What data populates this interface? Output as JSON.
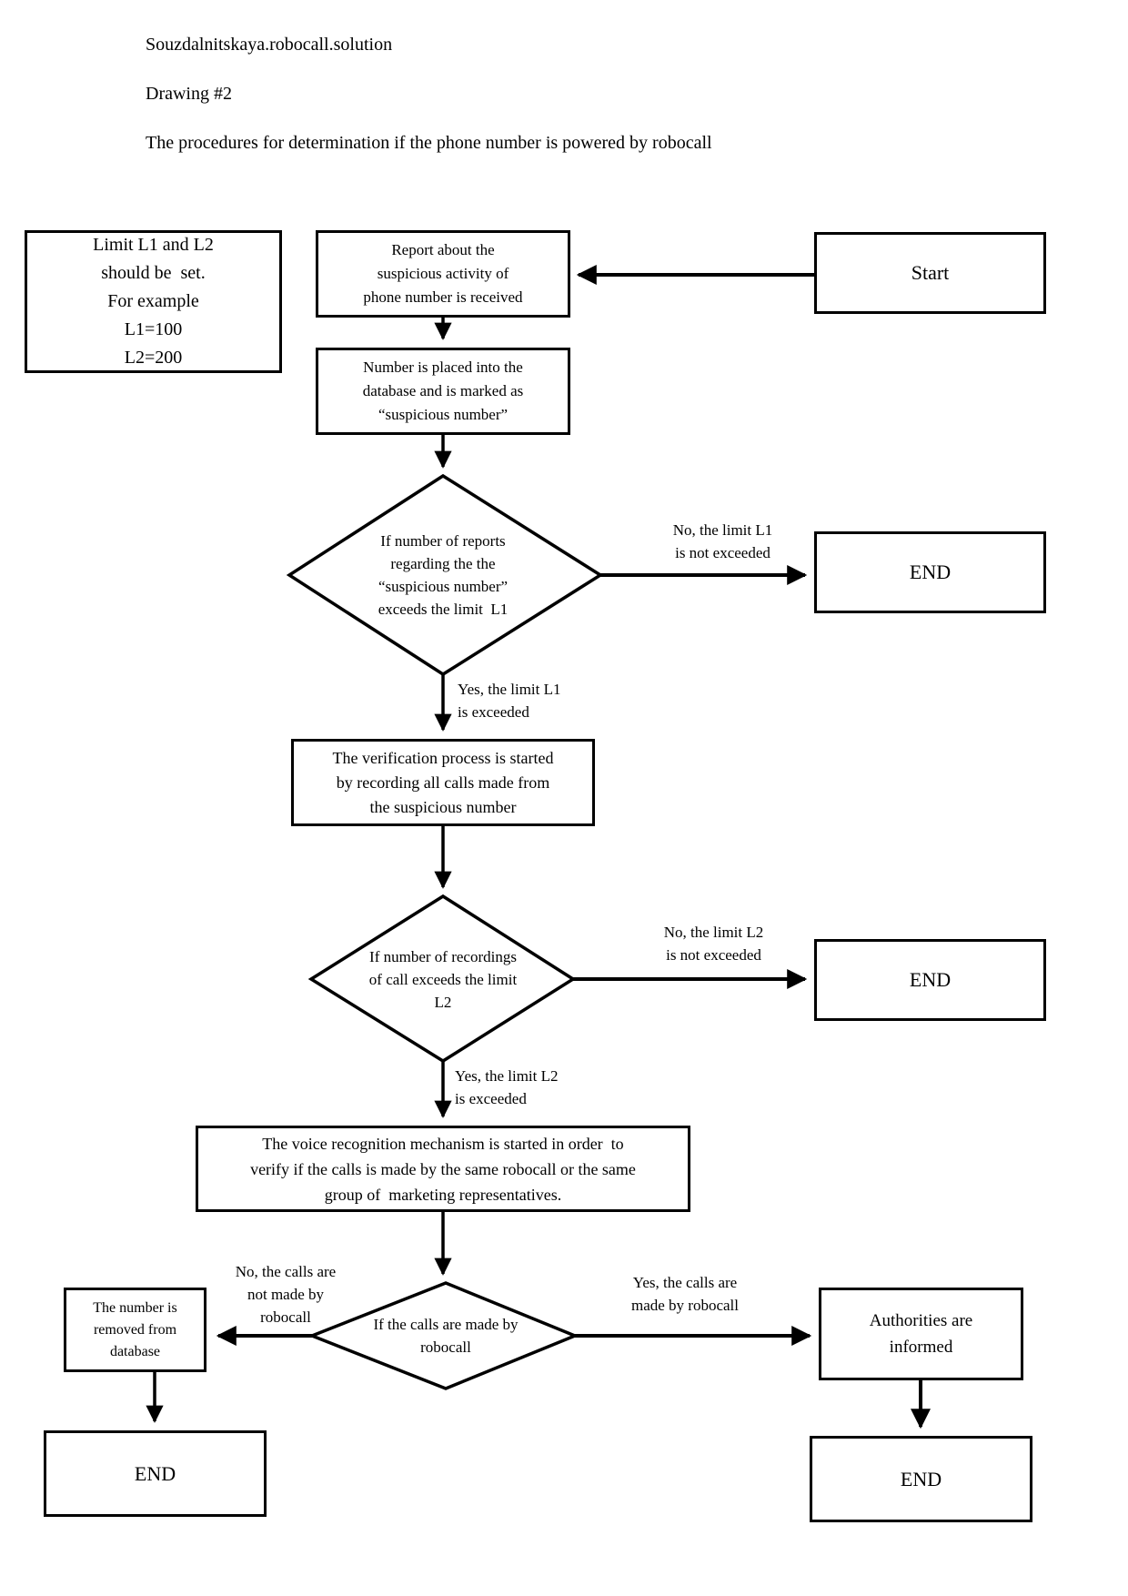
{
  "page": {
    "title_line1": "Souzdalnitskaya.robocall.solution",
    "title_line2": "Drawing #2",
    "title_line3": "The procedures for determination if the phone number is powered by robocall"
  },
  "flowchart": {
    "note_limits": "Limit L1 and L2\nshould be  set.\nFor example\nL1=100\nL2=200",
    "start": "Start",
    "report_received": "Report about the\nsuspicious activity of\nphone number is received",
    "number_placed": "Number is placed into the\ndatabase and is marked as\n“suspicious number”",
    "decision_l1": "If number of reports\nregarding the the\n“suspicious number”\nexceeds the limit  L1",
    "label_no_l1": "No, the limit L1\nis not exceeded",
    "label_yes_l1": "Yes, the limit L1\nis exceeded",
    "end_l1": "END",
    "verification": "The verification process is started\nby recording all calls made from\nthe suspicious number",
    "decision_l2": "If number of recordings\nof call exceeds the limit\nL2",
    "label_no_l2": "No, the limit L2\nis not exceeded",
    "label_yes_l2": "Yes, the limit L2\nis exceeded",
    "end_l2": "END",
    "voice_recognition": "The voice recognition mechanism is started in order  to\nverify if the calls is made by the same robocall or the same\ngroup of  marketing representatives.",
    "decision_robocall": "If the calls are made by\nrobocall",
    "label_no_robocall": "No, the calls are\nnot made by\nrobocall",
    "label_yes_robocall": "Yes, the calls are\nmade by robocall",
    "number_removed": "The number is\nremoved from\ndatabase",
    "authorities_informed": "Authorities are\ninformed",
    "end_no_robocall": "END",
    "end_robocall": "END"
  },
  "colors": {
    "ink": "#000000",
    "background": "#ffffff"
  }
}
